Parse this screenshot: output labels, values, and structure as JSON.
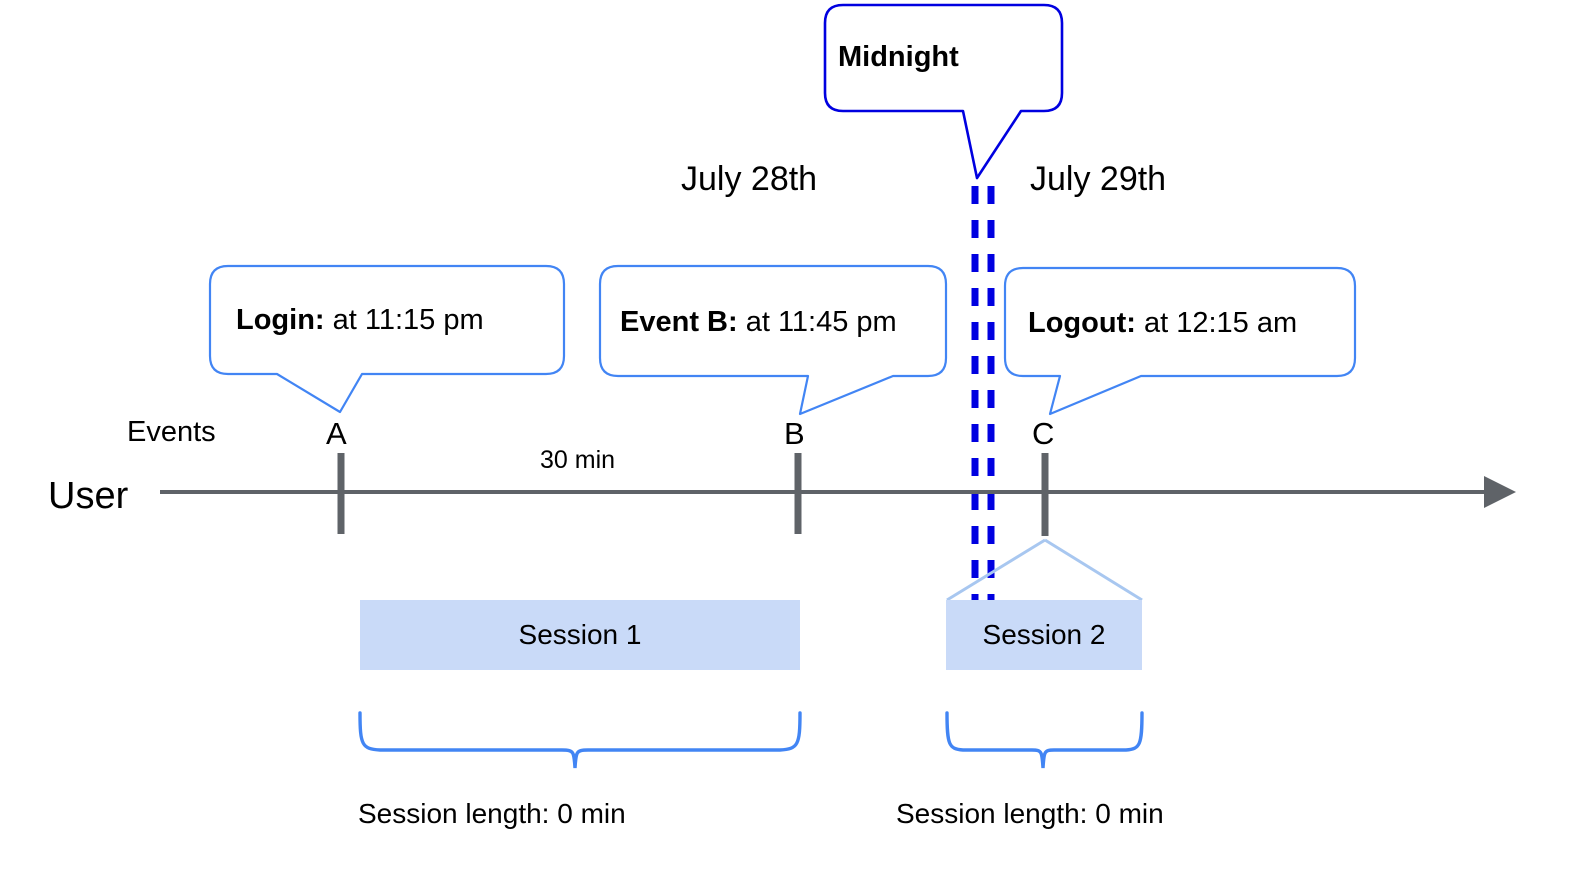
{
  "diagram": {
    "title_callout": {
      "label": "Midnight"
    },
    "dates": {
      "left": "July 28th",
      "right": "July 29th"
    },
    "lanes": {
      "user": "User",
      "events": "Events"
    },
    "event_callouts": [
      {
        "name": "login",
        "bold": "Login:",
        "rest": " at 11:15 pm"
      },
      {
        "name": "event-b",
        "bold": "Event B:",
        "rest": " at 11:45 pm"
      },
      {
        "name": "logout",
        "bold": "Logout:",
        "rest": " at 12:15 am"
      }
    ],
    "event_markers": [
      {
        "id": "A",
        "letter": "A"
      },
      {
        "id": "B",
        "letter": "B"
      },
      {
        "id": "C",
        "letter": "C"
      }
    ],
    "interval_label": "30 min",
    "sessions": [
      {
        "label": "Session 1",
        "length_caption": "Session length: 0 min"
      },
      {
        "label": "Session 2",
        "length_caption": "Session length: 0 min"
      }
    ],
    "colors": {
      "callout_border": "#4285f4",
      "midnight_border": "#0000e0",
      "midnight_divider": "#0000e0",
      "session_fill": "#c9daf8",
      "session_edge": "#a8c7f0",
      "brace": "#4285f4",
      "axis": "#5f6368"
    }
  }
}
